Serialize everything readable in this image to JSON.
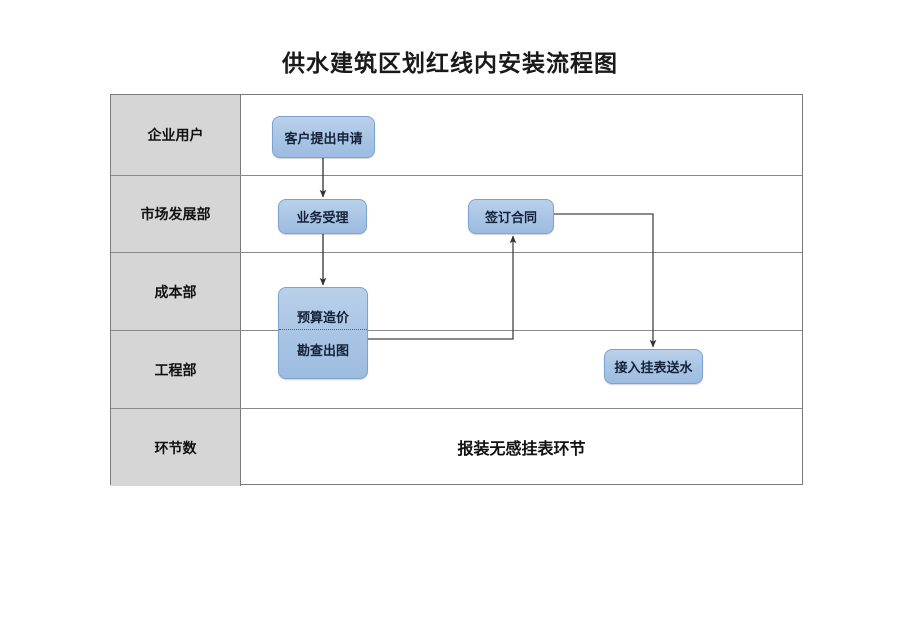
{
  "page": {
    "title": "供水建筑区划红线内安装流程图"
  },
  "colors": {
    "node_fill": "#a9c4e4",
    "node_border": "#7ba2d0",
    "lane_label_fill": "#d6d6d6",
    "table_border": "#7a7a7a",
    "connector": "#333333"
  },
  "swimlanes": [
    {
      "id": "lane-0",
      "label": "企业用户"
    },
    {
      "id": "lane-1",
      "label": "市场发展部"
    },
    {
      "id": "lane-2",
      "label": "成本部"
    },
    {
      "id": "lane-3",
      "label": "工程部"
    },
    {
      "id": "lane-4",
      "label": "环节数"
    }
  ],
  "summary": {
    "text": "报装无感挂表环节"
  },
  "nodes": [
    {
      "id": "node-apply",
      "label": "客户提出申请",
      "lane": "企业用户"
    },
    {
      "id": "node-accept",
      "label": "业务受理",
      "lane": "市场发展部"
    },
    {
      "id": "node-contract",
      "label": "签订合同",
      "lane": "市场发展部"
    },
    {
      "id": "node-budget",
      "label_top": "预算造价",
      "label_bottom": "勘查出图",
      "lane": "成本部 / 工程部"
    },
    {
      "id": "node-meter",
      "label": "接入挂表送水",
      "lane": "工程部"
    }
  ],
  "connectors": [
    {
      "id": "conn-apply-accept",
      "from": "客户提出申请",
      "to": "业务受理",
      "shape": "vertical-down"
    },
    {
      "id": "conn-accept-budget",
      "from": "业务受理",
      "to": "预算造价",
      "shape": "vertical-down"
    },
    {
      "id": "conn-survey-contract",
      "from": "勘查出图",
      "to": "签订合同",
      "shape": "elbow-right-up"
    },
    {
      "id": "conn-contract-meter",
      "from": "签订合同",
      "to": "接入挂表送水",
      "shape": "elbow-right-down"
    }
  ]
}
